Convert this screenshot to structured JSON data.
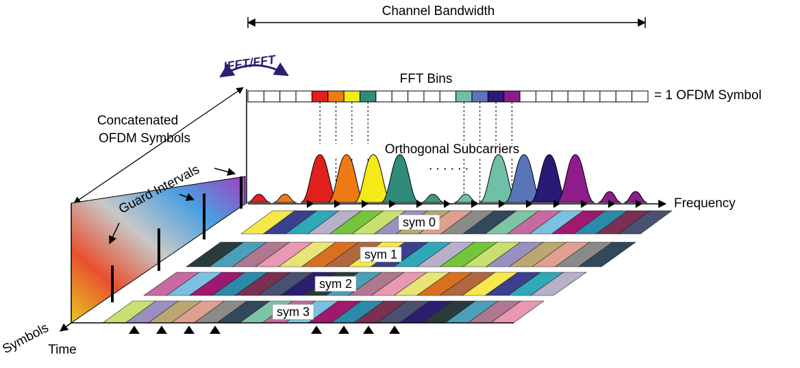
{
  "labels": {
    "channel_bandwidth": "Channel Bandwidth",
    "fft_ifft": "IFFT/FFT",
    "fft_bins": "FFT Bins",
    "ofdm_symbol_eq": "= 1 OFDM Symbol",
    "concatenated_line1": "Concatenated",
    "concatenated_line2": "OFDM Symbols",
    "orthogonal_subcarriers": "Orthogonal Subcarriers",
    "guard_intervals": "Guard Intervals",
    "frequency": "Frequency",
    "symbols": "Symbols",
    "time": "Time",
    "ellipsis": ". . . . . ."
  },
  "symbol_rows": [
    {
      "label": "sym 0"
    },
    {
      "label": "sym 1"
    },
    {
      "label": "sym 2"
    },
    {
      "label": "sym 3"
    }
  ],
  "fft_bins": {
    "count": 25,
    "colored": {
      "4": "#e0201c",
      "5": "#ee7a14",
      "6": "#f4ea18",
      "7": "#2f8c7a",
      "13": "#6fc0a8",
      "14": "#5a74b8",
      "15": "#2a1a78",
      "16": "#8e1c8c"
    }
  },
  "subcarrier_colors": [
    "#e0201c",
    "#ee7a14",
    "#f4ea18",
    "#2f8c7a",
    "#3a9a86",
    "#3a9a86",
    "#6fc0a8",
    "#5a74b8",
    "#2a1a78",
    "#8e1c8c",
    "#8e1c8c"
  ],
  "palette": [
    "#f4e84a",
    "#8a8a8a",
    "#2c1e6e",
    "#3b3f8c",
    "#33485a",
    "#2a3b3b",
    "#2fa8b8",
    "#7cc4a4",
    "#4aa0b8",
    "#b8b0c8",
    "#c86aa0",
    "#b07890",
    "#74c43c",
    "#7ac0e0",
    "#e898b0",
    "#c8e070",
    "#a01870",
    "#e8e478",
    "#9a8fbf",
    "#2a8aa8",
    "#d87020",
    "#bba870",
    "#7a3050",
    "#b06840",
    "#e0a090",
    "#4a5070"
  ],
  "colors": {
    "line": "#000000",
    "fft_arrow": "#2a2070",
    "guard": "#000000"
  }
}
